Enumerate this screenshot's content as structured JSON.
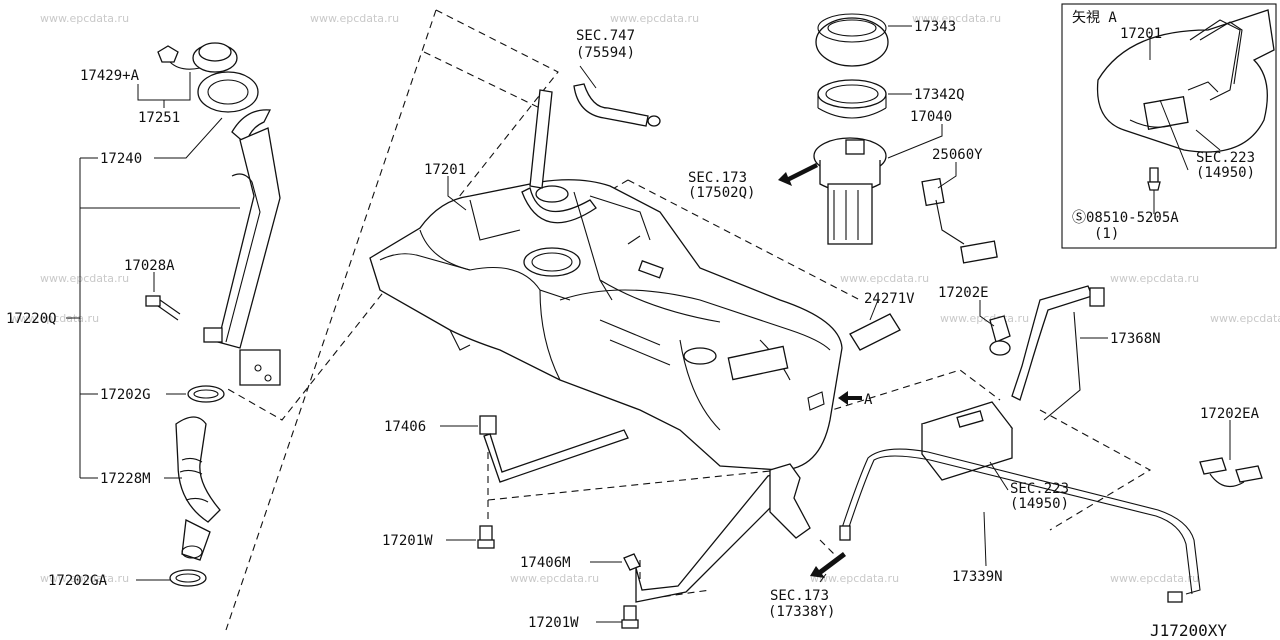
{
  "watermark": "www.epcdata.ru",
  "diagram_code": "J17200XY",
  "inset_title": "矢視 A",
  "arrow_label": "A",
  "labels": {
    "l17429": "17429+A",
    "l17251": "17251",
    "l17240": "17240",
    "l17028a": "17028A",
    "l17220q": "17220Q",
    "l17202g": "17202G",
    "l17228m": "17228M",
    "l17202ga": "17202GA",
    "sec747": "SEC.747",
    "sec747sub": "(75594)",
    "l17201": "17201",
    "l17406": "17406",
    "l17201w_a": "17201W",
    "l17406m": "17406M",
    "l17201w_b": "17201W",
    "sec173a": "SEC.173",
    "sec173asub": "(17502Q)",
    "l17343": "17343",
    "l17342q": "17342Q",
    "l17040": "17040",
    "l25060y": "25060Y",
    "l24271v": "24271V",
    "l17202e": "17202E",
    "l17368n": "17368N",
    "sec223a": "SEC.223",
    "sec223asub": "(14950)",
    "l17339n": "17339N",
    "sec173b": "SEC.173",
    "sec173bsub": "(17338Y)",
    "l17202ea": "17202EA",
    "inset_17201": "17201",
    "inset_sec223": "SEC.223",
    "inset_sec223sub": "(14950)",
    "inset_bolt": "Ⓢ08510-5205A",
    "inset_qty": "(1)"
  }
}
